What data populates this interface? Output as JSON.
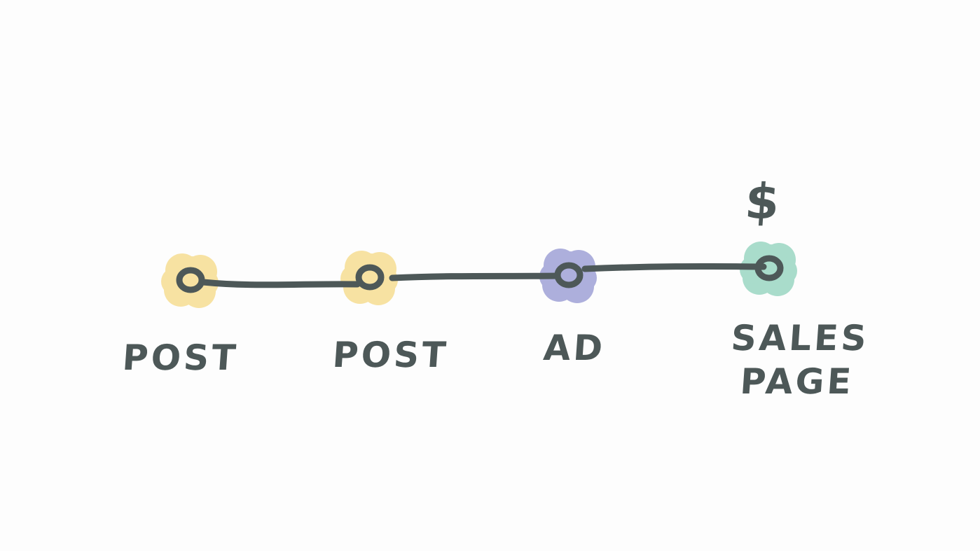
{
  "colors": {
    "ink": "#4d5858",
    "post": "#f7e2a2",
    "ad": "#adafdc",
    "sales": "#a9dccb"
  },
  "nodes": [
    {
      "label": "POST",
      "kind": "post"
    },
    {
      "label": "POST",
      "kind": "post"
    },
    {
      "label": "AD",
      "kind": "ad"
    },
    {
      "label": "SALES PAGE",
      "kind": "sales"
    }
  ],
  "money_symbol": "$"
}
